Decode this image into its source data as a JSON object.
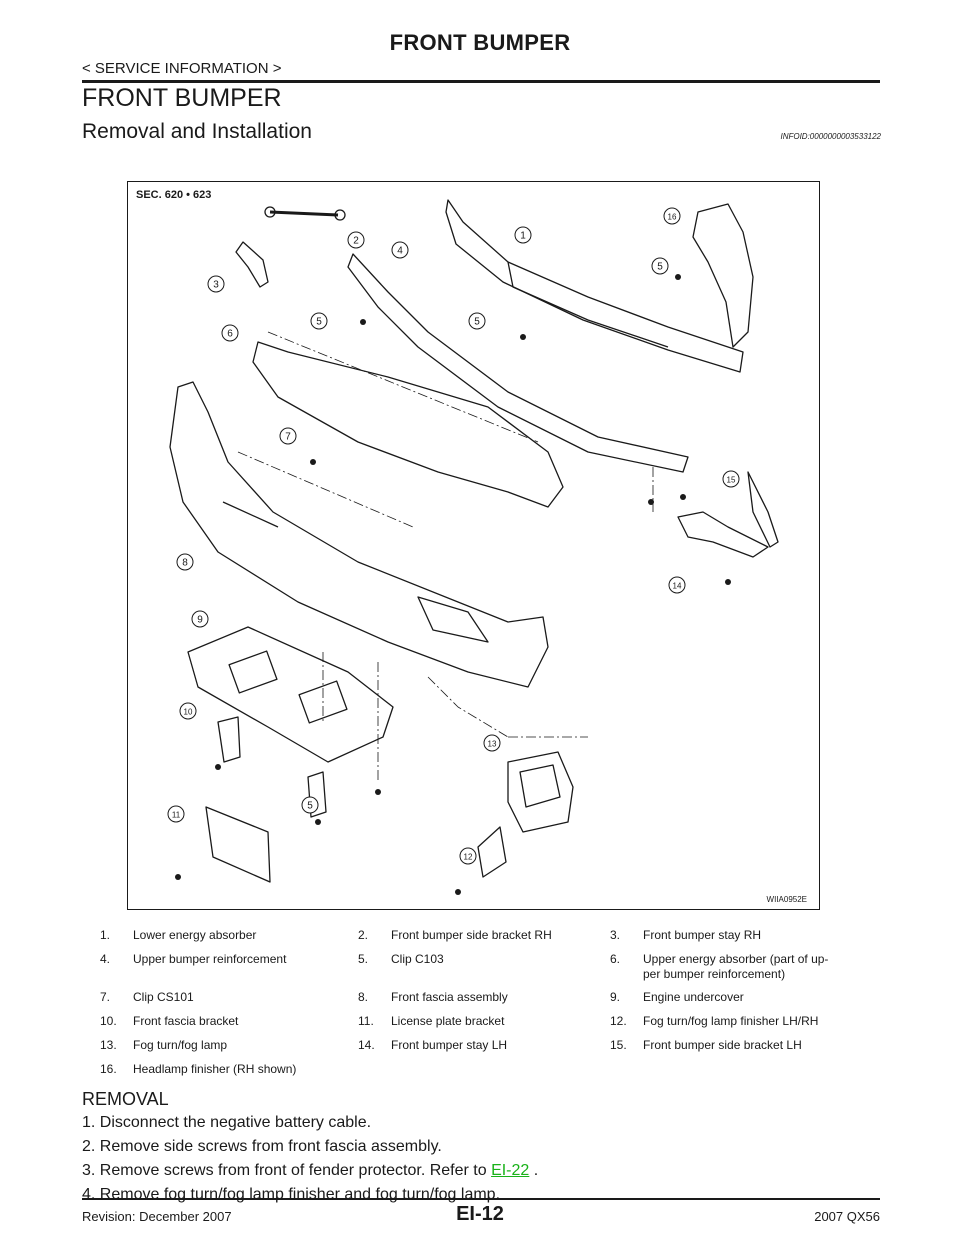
{
  "header": {
    "title": "FRONT BUMPER",
    "breadcrumb": "< SERVICE INFORMATION >"
  },
  "section_title": "FRONT BUMPER",
  "subsection": {
    "title": "Removal and Installation",
    "info_id": "INFOID:0000000003533122"
  },
  "figure": {
    "section_label": "SEC. 620 • 623",
    "code": "WIIA0952E",
    "callouts": [
      "1",
      "2",
      "3",
      "4",
      "5",
      "5",
      "5",
      "5",
      "6",
      "7",
      "8",
      "9",
      "10",
      "11",
      "12",
      "13",
      "14",
      "15",
      "16"
    ]
  },
  "legend": [
    {
      "num": "1.",
      "text": "Lower energy absorber"
    },
    {
      "num": "2.",
      "text": "Front bumper side bracket RH"
    },
    {
      "num": "3.",
      "text": "Front bumper stay RH"
    },
    {
      "num": "4.",
      "text": "Upper bumper reinforcement"
    },
    {
      "num": "5.",
      "text": "Clip C103"
    },
    {
      "num": "6.",
      "text": "Upper energy absorber (part of up-",
      "text2": "per bumper reinforcement)"
    },
    {
      "num": "7.",
      "text": "Clip CS101"
    },
    {
      "num": "8.",
      "text": "Front fascia assembly"
    },
    {
      "num": "9.",
      "text": "Engine undercover"
    },
    {
      "num": "10.",
      "text": "Front fascia bracket"
    },
    {
      "num": "11.",
      "text": "License plate bracket"
    },
    {
      "num": "12.",
      "text": "Fog turn/fog lamp finisher LH/RH"
    },
    {
      "num": "13.",
      "text": "Fog turn/fog lamp"
    },
    {
      "num": "14.",
      "text": "Front bumper stay LH"
    },
    {
      "num": "15.",
      "text": "Front bumper side bracket LH"
    },
    {
      "num": "16.",
      "text": "Headlamp finisher (RH shown)"
    }
  ],
  "removal": {
    "heading": "REMOVAL",
    "steps": [
      {
        "num": "1.",
        "text": "Disconnect the negative battery cable."
      },
      {
        "num": "2.",
        "text": "Remove side screws from front fascia assembly."
      },
      {
        "num": "3.",
        "text": "Remove screws from front of fender protector. Refer to ",
        "link": "EI-22",
        "after": " ."
      },
      {
        "num": "4.",
        "text": "Remove fog turn/fog lamp finisher and fog turn/fog lamp."
      }
    ]
  },
  "footer": {
    "revision": "Revision: December 2007",
    "page": "EI-12",
    "model": "2007 QX56"
  }
}
